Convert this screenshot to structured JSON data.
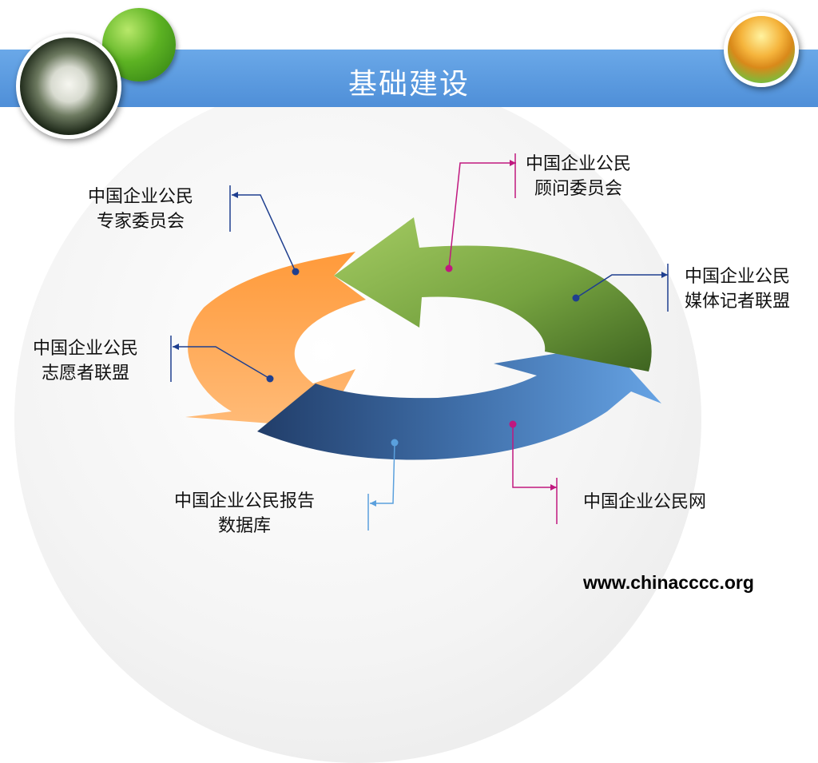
{
  "title": "基础建设",
  "website": "www.chinacccc.org",
  "colors": {
    "header": "#5596dc",
    "green_arrow": "#6e9a3c",
    "orange_arrow": "#ffa34a",
    "blue_arrow": "#3a6ea8",
    "callout_navy": "#1f3f8f",
    "callout_magenta": "#c0187f",
    "callout_light_blue": "#5aa0dd"
  },
  "labels": {
    "advisory_committee": {
      "line1": "中国企业公民",
      "line2": "顾问委员会"
    },
    "expert_committee": {
      "line1": "中国企业公民",
      "line2": "专家委员会"
    },
    "media_journalist_alliance": {
      "line1": "中国企业公民",
      "line2": "媒体记者联盟"
    },
    "volunteer_alliance": {
      "line1": "中国企业公民",
      "line2": "志愿者联盟"
    },
    "report_database": {
      "line1": "中国企业公民报告",
      "line2": "数据库"
    },
    "network": {
      "line1": "中国企业公民网"
    }
  }
}
